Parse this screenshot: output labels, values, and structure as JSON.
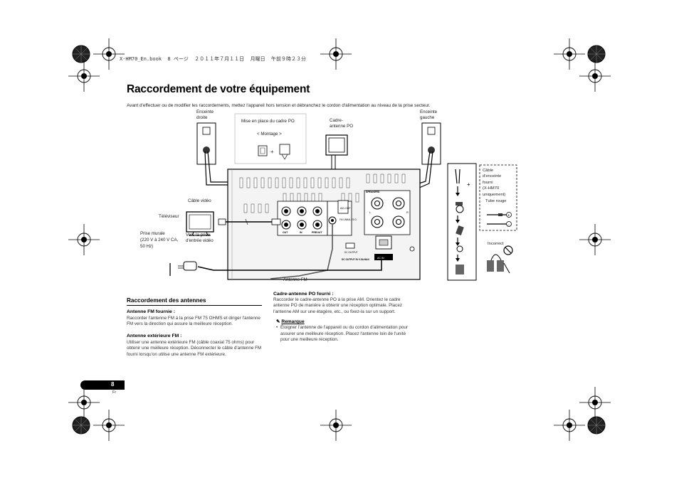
{
  "header_line": "X-HM70_En.book  8 ページ  ２０１１年７月１１日  月曜日  午前９時２３分",
  "page_title": "Raccordement de votre équipement",
  "intro": "Avant d'effectuer ou de modifier les raccordements, mettez l'appareil hors tension et débranchez le cordon d'alimentation au niveau de la prise secteur.",
  "diagram": {
    "speaker_right_label": [
      "Enceinte",
      "droite"
    ],
    "speaker_left_label": [
      "Enceinte",
      "gauche"
    ],
    "mount_title": "Mise en place du cadre PO",
    "mount_sub": "< Montage >",
    "am_antenna_label": [
      "Cadre-",
      "antenne PO"
    ],
    "video_cable": "Câble vidéo",
    "tv": "Téléviseur",
    "outlet_label": [
      "Prise murale",
      "(220 V à 240 V CA,",
      "50 Hz)"
    ],
    "video_input_label": [
      "Vers la prise",
      "d'entrée vidéo"
    ],
    "fm_antenna": "Antenne FM",
    "cable_note": [
      "Câble",
      "d'enceinte",
      "fourni",
      "(X-HM70",
      "uniquement)"
    ],
    "red_tube": "Tube rouge",
    "incorrect": "Incorrect",
    "plus_sign": "+",
    "minus_sign": "–",
    "panel": {
      "speakers": "SPEAKERS",
      "am_loop": "AM LOOP",
      "fm": "FM UNBAL 75 Ω",
      "dc_output": "DC OUTPUT",
      "video_out": "OUT",
      "in": "IN",
      "preout": "PREOUT",
      "warning": "DC OUTPUT 5V 0.5A MAX",
      "ac_in": "AC IN",
      "l": "L",
      "r": "R"
    }
  },
  "antennas": {
    "heading": "Raccordement des antennes",
    "fm_heading": "Antenne FM fournie :",
    "fm_text": "Raccorder l'antenne FM à la prise FM 75 OHMS et diriger l'antenne FM vers la direction qui assure la meilleure réception.",
    "ext_heading": "Antenne extérieure FM :",
    "ext_text": "Utiliser une antenne extérieure FM (câble coaxial 75 ohms) pour obtenir une meilleure réception. Déconnecter le câble d'antenne FM fourni lorsqu'on utilise une antenne FM extérieure.",
    "am_heading": "Cadre-antenne PO fourni :",
    "am_text": "Raccorder le cadre-antenne PO à la prise AM. Orientez le cadre antenne PO de manière à obtenir une réception optimale. Placez l'antenne AM sur une étagère, etc., ou fixez-la sur un support.",
    "note_heading": "Remarque",
    "note_items": [
      "Éloigner l'antenne de l'appareil ou du cordon d'alimentation pour assurer une meilleure réception. Placez l'antenne loin de l'unité pour une meilleure réception."
    ]
  },
  "page": {
    "number": "8",
    "lang": "Fr"
  }
}
